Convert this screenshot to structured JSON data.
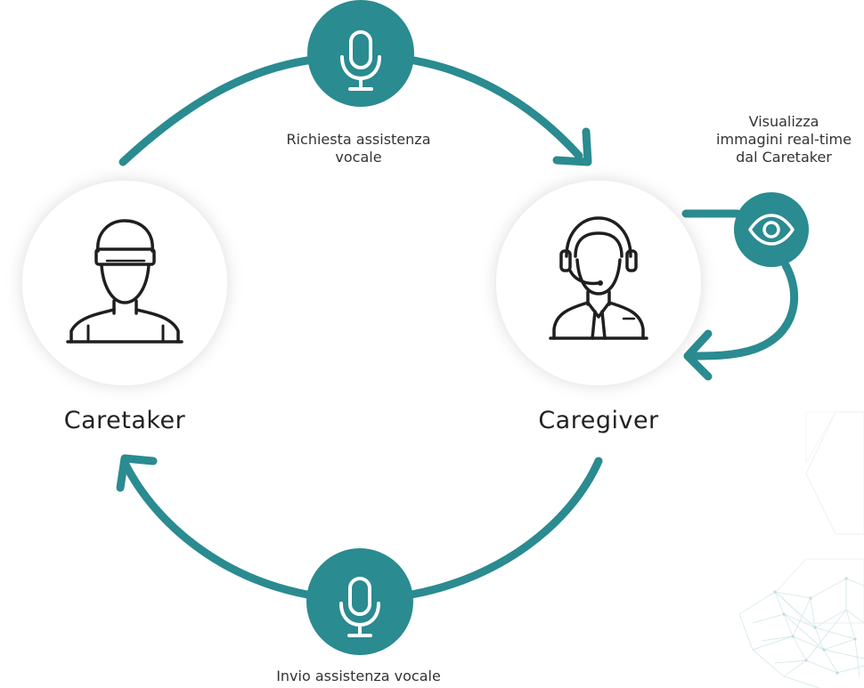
{
  "nodes": {
    "caretaker": {
      "label": "Caretaker",
      "icon": "vr-headset-person-icon"
    },
    "caregiver": {
      "label": "Caregiver",
      "icon": "headset-operator-icon"
    }
  },
  "flows": {
    "top": {
      "label_line1": "Richiesta assistenza",
      "label_line2": "vocale",
      "icon": "microphone-icon"
    },
    "bottom": {
      "label": "Invio assistenza vocale",
      "icon": "microphone-icon"
    },
    "side": {
      "label_line1": "Visualizza",
      "label_line2": "immagini real-time",
      "label_line3": "dal Caretaker",
      "icon": "eye-icon"
    }
  },
  "colors": {
    "accent": "#2a8b90",
    "icon_stroke": "#1f1f1f",
    "circle_fill": "#ffffff"
  }
}
